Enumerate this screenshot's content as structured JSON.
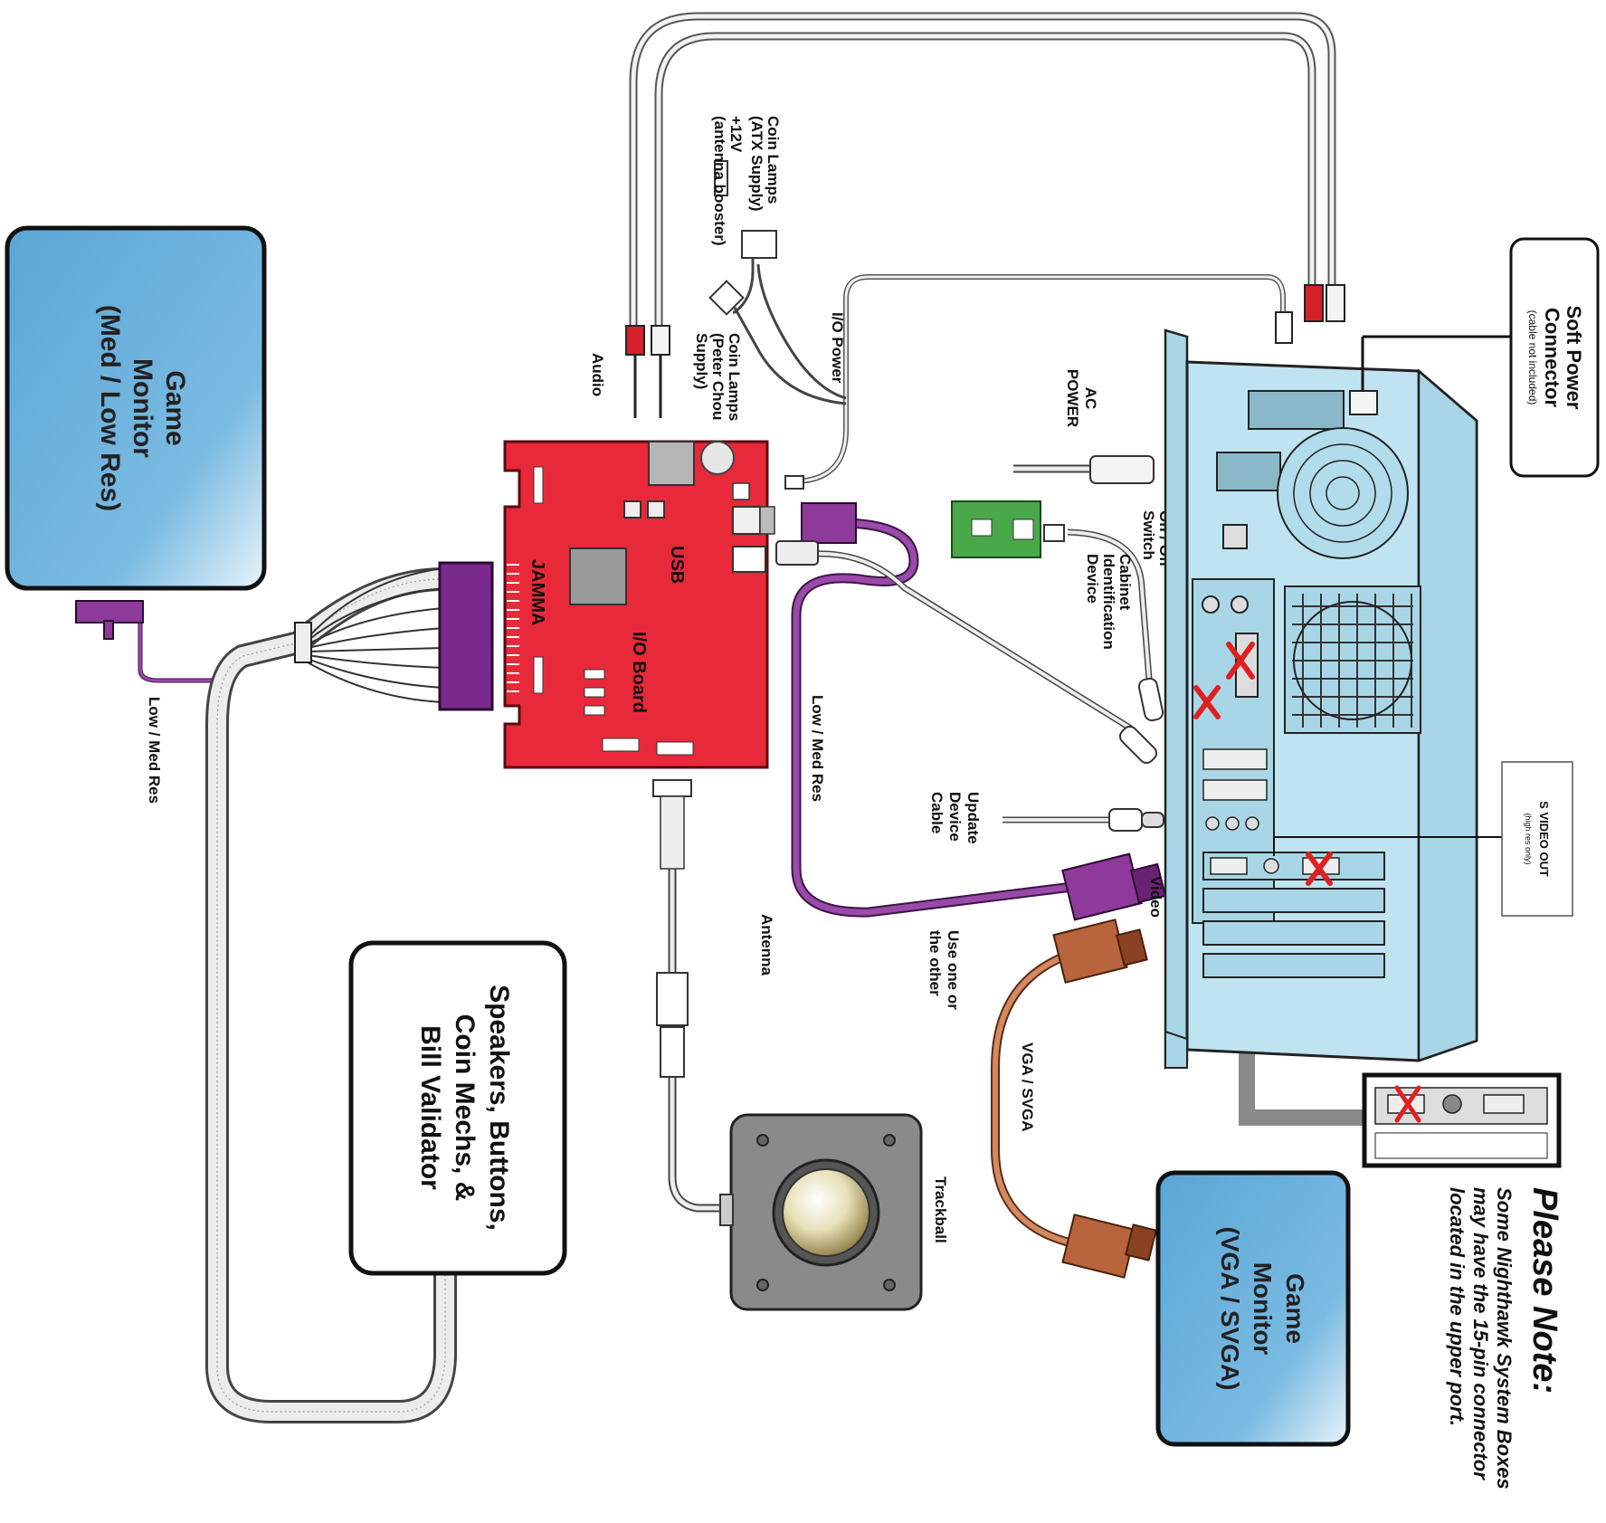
{
  "labels": {
    "game_monitor_low": [
      "Game",
      "Monitor",
      "(Med / Low Res)"
    ],
    "game_monitor_vga": [
      "Game",
      "Monitor",
      "(VGA / SVGA)"
    ],
    "speakers_box": [
      "Speakers, Buttons,",
      "Coin Mechs, &",
      "Bill Validator"
    ],
    "soft_power": [
      "Soft Power",
      "Connector",
      "(cable not included)"
    ],
    "s_video": [
      "S VIDEO OUT",
      "(high res only)"
    ],
    "please_note_title": "Please Note:",
    "please_note_body": [
      "Some Nighthawk System Boxes",
      "may have the 15-pin connector",
      "located in the upper port."
    ],
    "coin_lamps_atx": [
      "Coin Lamps",
      "(ATX Supply)"
    ],
    "plus12v": [
      "+12V",
      "(antenna booster)"
    ],
    "coin_lamps_peter": [
      "Coin Lamps",
      "(Peter Chou",
      "Supply)"
    ],
    "audio": "Audio",
    "io_power": "I/O Power",
    "ac_power": [
      "AC",
      "POWER"
    ],
    "on_off_switch": [
      "On / Off",
      "Switch"
    ],
    "cabinet_id": [
      "Cabinet",
      "Identification",
      "Device"
    ],
    "usb": "USB",
    "jamma": "JAMMA",
    "io_board": "I/O Board",
    "low_med_res_left": "Low / Med Res",
    "low_med_res_mid": "Low / Med Res",
    "update_device": [
      "Update",
      "Device",
      "Cable"
    ],
    "video": "Video",
    "use_one": [
      "Use one or",
      "the other"
    ],
    "antenna": "Antenna",
    "vga_svga": "VGA / SVGA",
    "trackball": "Trackball"
  },
  "colors": {
    "monitor_blue": "#6fb2dc",
    "io_board_red": "#e8293a",
    "purple": "#8e3a9a",
    "pc_blue": "#bfe3f0",
    "copper": "#c87a52",
    "green_pcb": "#4aa84a",
    "red_x": "#e02020"
  }
}
